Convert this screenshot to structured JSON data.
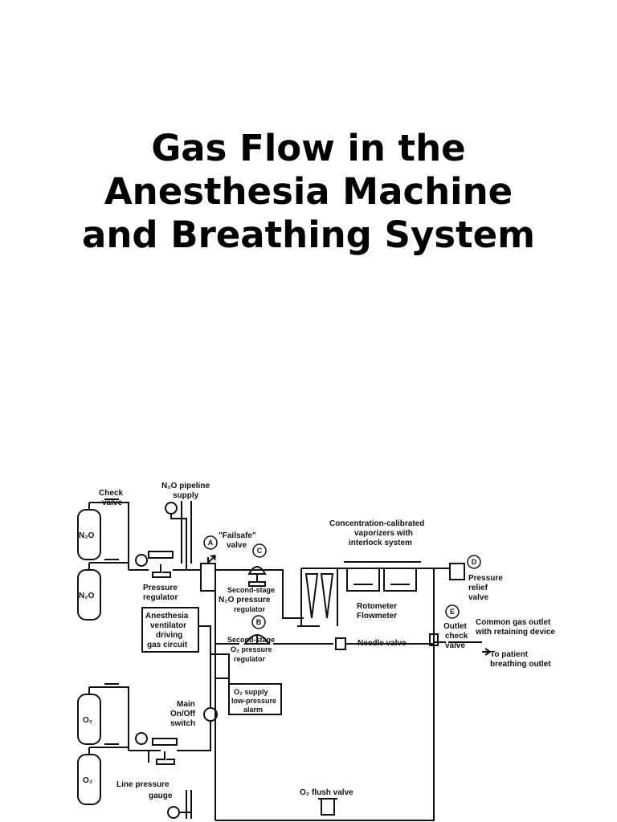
{
  "title_lines": [
    "Gas Flow in the",
    "Anesthesia Machine",
    "and Breathing System"
  ],
  "diagram": {
    "cylinder_n2o": "N₂O",
    "cylinder_o2": "O₂",
    "check_valve": [
      "Check",
      "valve"
    ],
    "n2o_pipeline": [
      "N₂O pipeline",
      "supply"
    ],
    "failsafe_valve": [
      "\"Failsafe\"",
      "valve"
    ],
    "pressure_regulator": [
      "Pressure",
      "regulator"
    ],
    "second_stage_n2o": [
      "Second-stage",
      "N₂O pressure",
      "regulator"
    ],
    "vaporizers": [
      "Concentration-calibrated",
      "vaporizers with",
      "interlock system"
    ],
    "pressure_relief": [
      "Pressure",
      "relief",
      "valve"
    ],
    "rotometer": [
      "Rotometer",
      "Flowmeter"
    ],
    "ventilator_circuit": [
      "Anesthesia",
      "ventilator",
      "driving",
      "gas circuit"
    ],
    "needle_valve": "Needle valve",
    "second_stage_o2": [
      "Second-stage",
      "O₂ pressure",
      "regulator"
    ],
    "outlet_check": [
      "Outlet",
      "check",
      "valve"
    ],
    "common_gas_outlet": [
      "Common gas outlet",
      "with retaining device"
    ],
    "to_patient": [
      "To patient",
      "breathing outlet"
    ],
    "o2_alarm": [
      "O₂ supply",
      "low-pressure",
      "alarm"
    ],
    "main_switch": [
      "Main",
      "On/Off",
      "switch"
    ],
    "line_pressure": [
      "Line pressure",
      "gauge"
    ],
    "o2_flush": "O₂ flush valve",
    "markers": [
      "A",
      "B",
      "C",
      "D",
      "E"
    ]
  }
}
